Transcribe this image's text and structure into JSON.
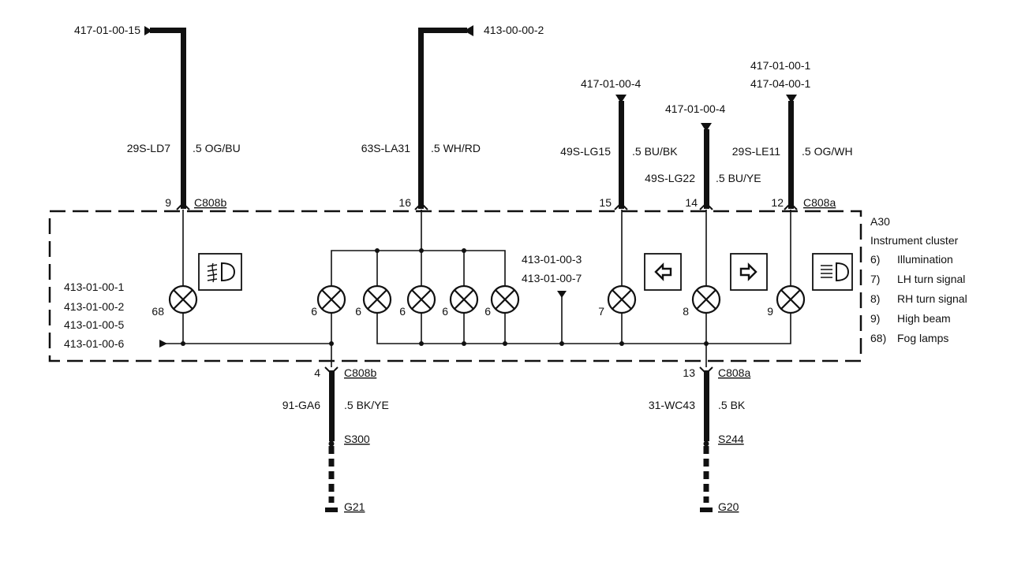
{
  "refs": {
    "top_left": "417-01-00-15",
    "top_mid": "413-00-00-2",
    "turn_lh": "417-01-00-4",
    "turn_rh": "417-01-00-4",
    "high_beam_1": "417-01-00-1",
    "high_beam_2": "417-04-00-1",
    "left_1": "413-01-00-1",
    "left_2": "413-01-00-2",
    "left_3": "413-01-00-5",
    "left_4": "413-01-00-6",
    "mid_1": "413-01-00-3",
    "mid_2": "413-01-00-7"
  },
  "wires": [
    {
      "circuit": "29S-LD7",
      "spec": ".5 OG/BU",
      "pin": "9",
      "connector": "C808b"
    },
    {
      "circuit": "63S-LA31",
      "spec": ".5 WH/RD",
      "pin": "16"
    },
    {
      "circuit": "49S-LG15",
      "spec": ".5 BU/BK",
      "pin": "15"
    },
    {
      "circuit": "49S-LG22",
      "spec": ".5 BU/YE",
      "pin": "14"
    },
    {
      "circuit": "29S-LE11",
      "spec": ".5 OG/WH",
      "pin": "12",
      "connector": "C808a"
    }
  ],
  "ground_wires": [
    {
      "circuit": "91-GA6",
      "spec": ".5 BK/YE",
      "pin": "4",
      "connector": "C808b",
      "splice": "S300",
      "ground": "G21"
    },
    {
      "circuit": "31-WC43",
      "spec": ".5 BK",
      "pin": "13",
      "connector": "C808a",
      "splice": "S244",
      "ground": "G20"
    }
  ],
  "bulbs": {
    "fog": "68",
    "illum": [
      "6",
      "6",
      "6",
      "6",
      "6"
    ],
    "lh": "7",
    "rh": "8",
    "high": "9"
  },
  "component": {
    "id": "A30",
    "name": "Instrument cluster"
  },
  "legend": [
    {
      "num": "6)",
      "text": "Illumination"
    },
    {
      "num": "7)",
      "text": "LH turn signal"
    },
    {
      "num": "8)",
      "text": "RH turn signal"
    },
    {
      "num": "9)",
      "text": "High beam"
    },
    {
      "num": "68)",
      "text": "Fog lamps"
    }
  ]
}
